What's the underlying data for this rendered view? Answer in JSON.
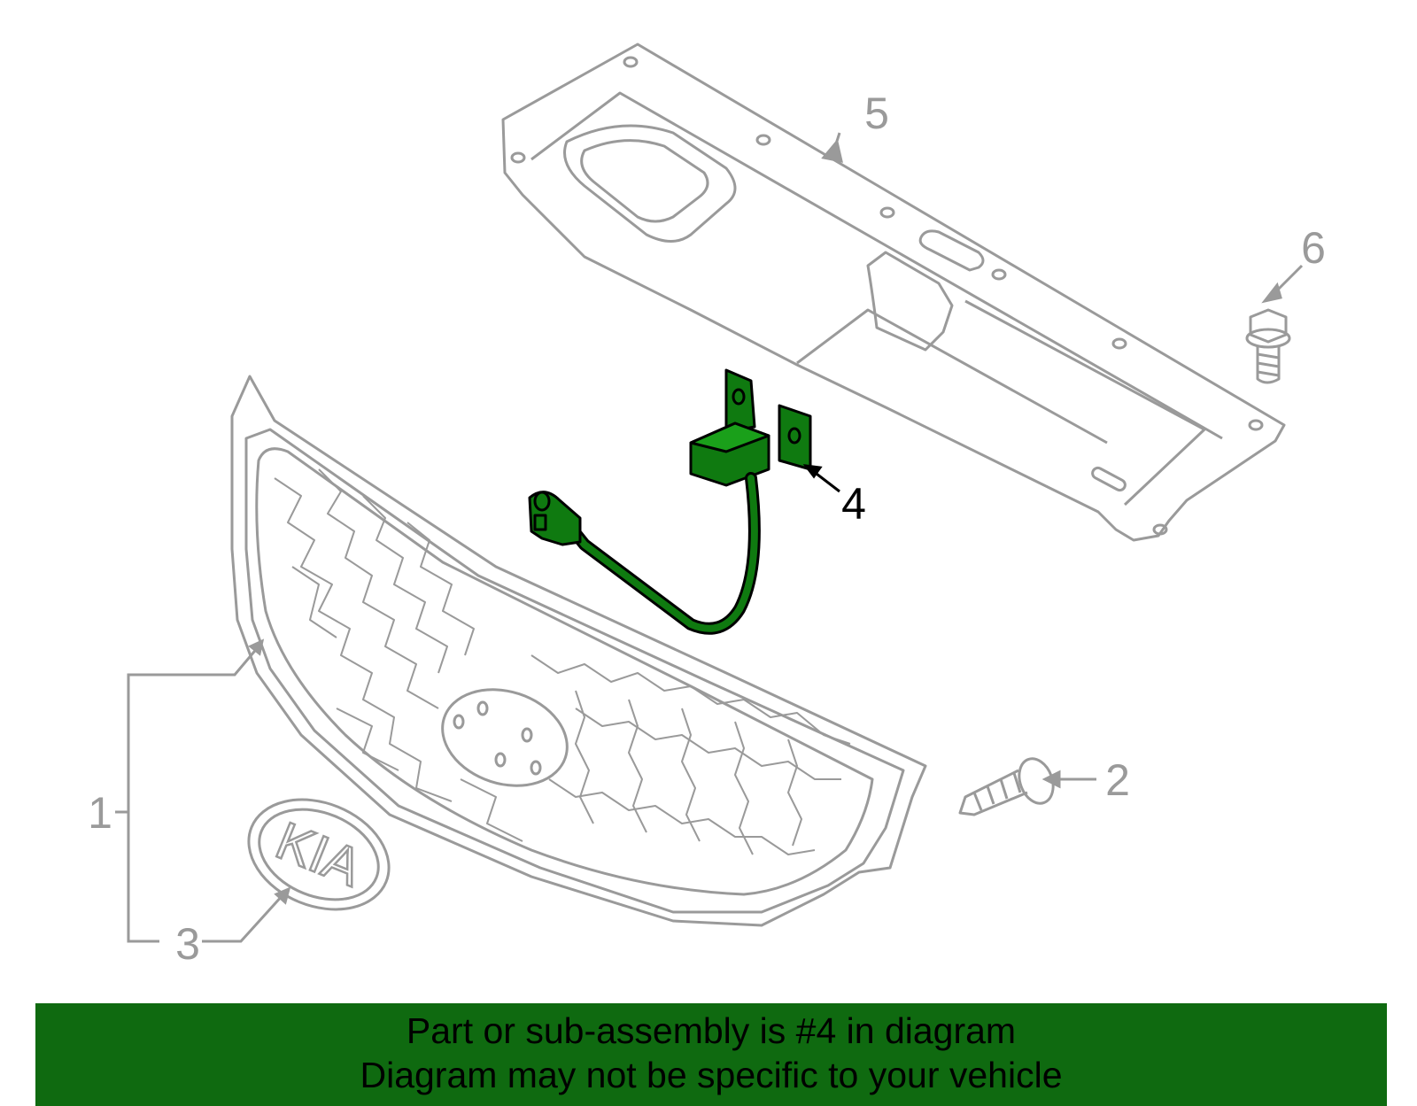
{
  "diagram": {
    "callouts": [
      {
        "id": "1",
        "label": "1"
      },
      {
        "id": "2",
        "label": "2"
      },
      {
        "id": "3",
        "label": "3"
      },
      {
        "id": "4",
        "label": "4"
      },
      {
        "id": "5",
        "label": "5"
      },
      {
        "id": "6",
        "label": "6"
      }
    ],
    "emblem_text": "KIA",
    "highlighted_part": "4",
    "colors": {
      "line_gray": "#9a9a9a",
      "highlight_green": "#0f7a10",
      "banner_green": "#0f6a10",
      "text_dark": "#000000"
    }
  },
  "banner": {
    "line1": "Part or sub-assembly is #4 in diagram",
    "line2": "Diagram may not be specific to your vehicle"
  }
}
